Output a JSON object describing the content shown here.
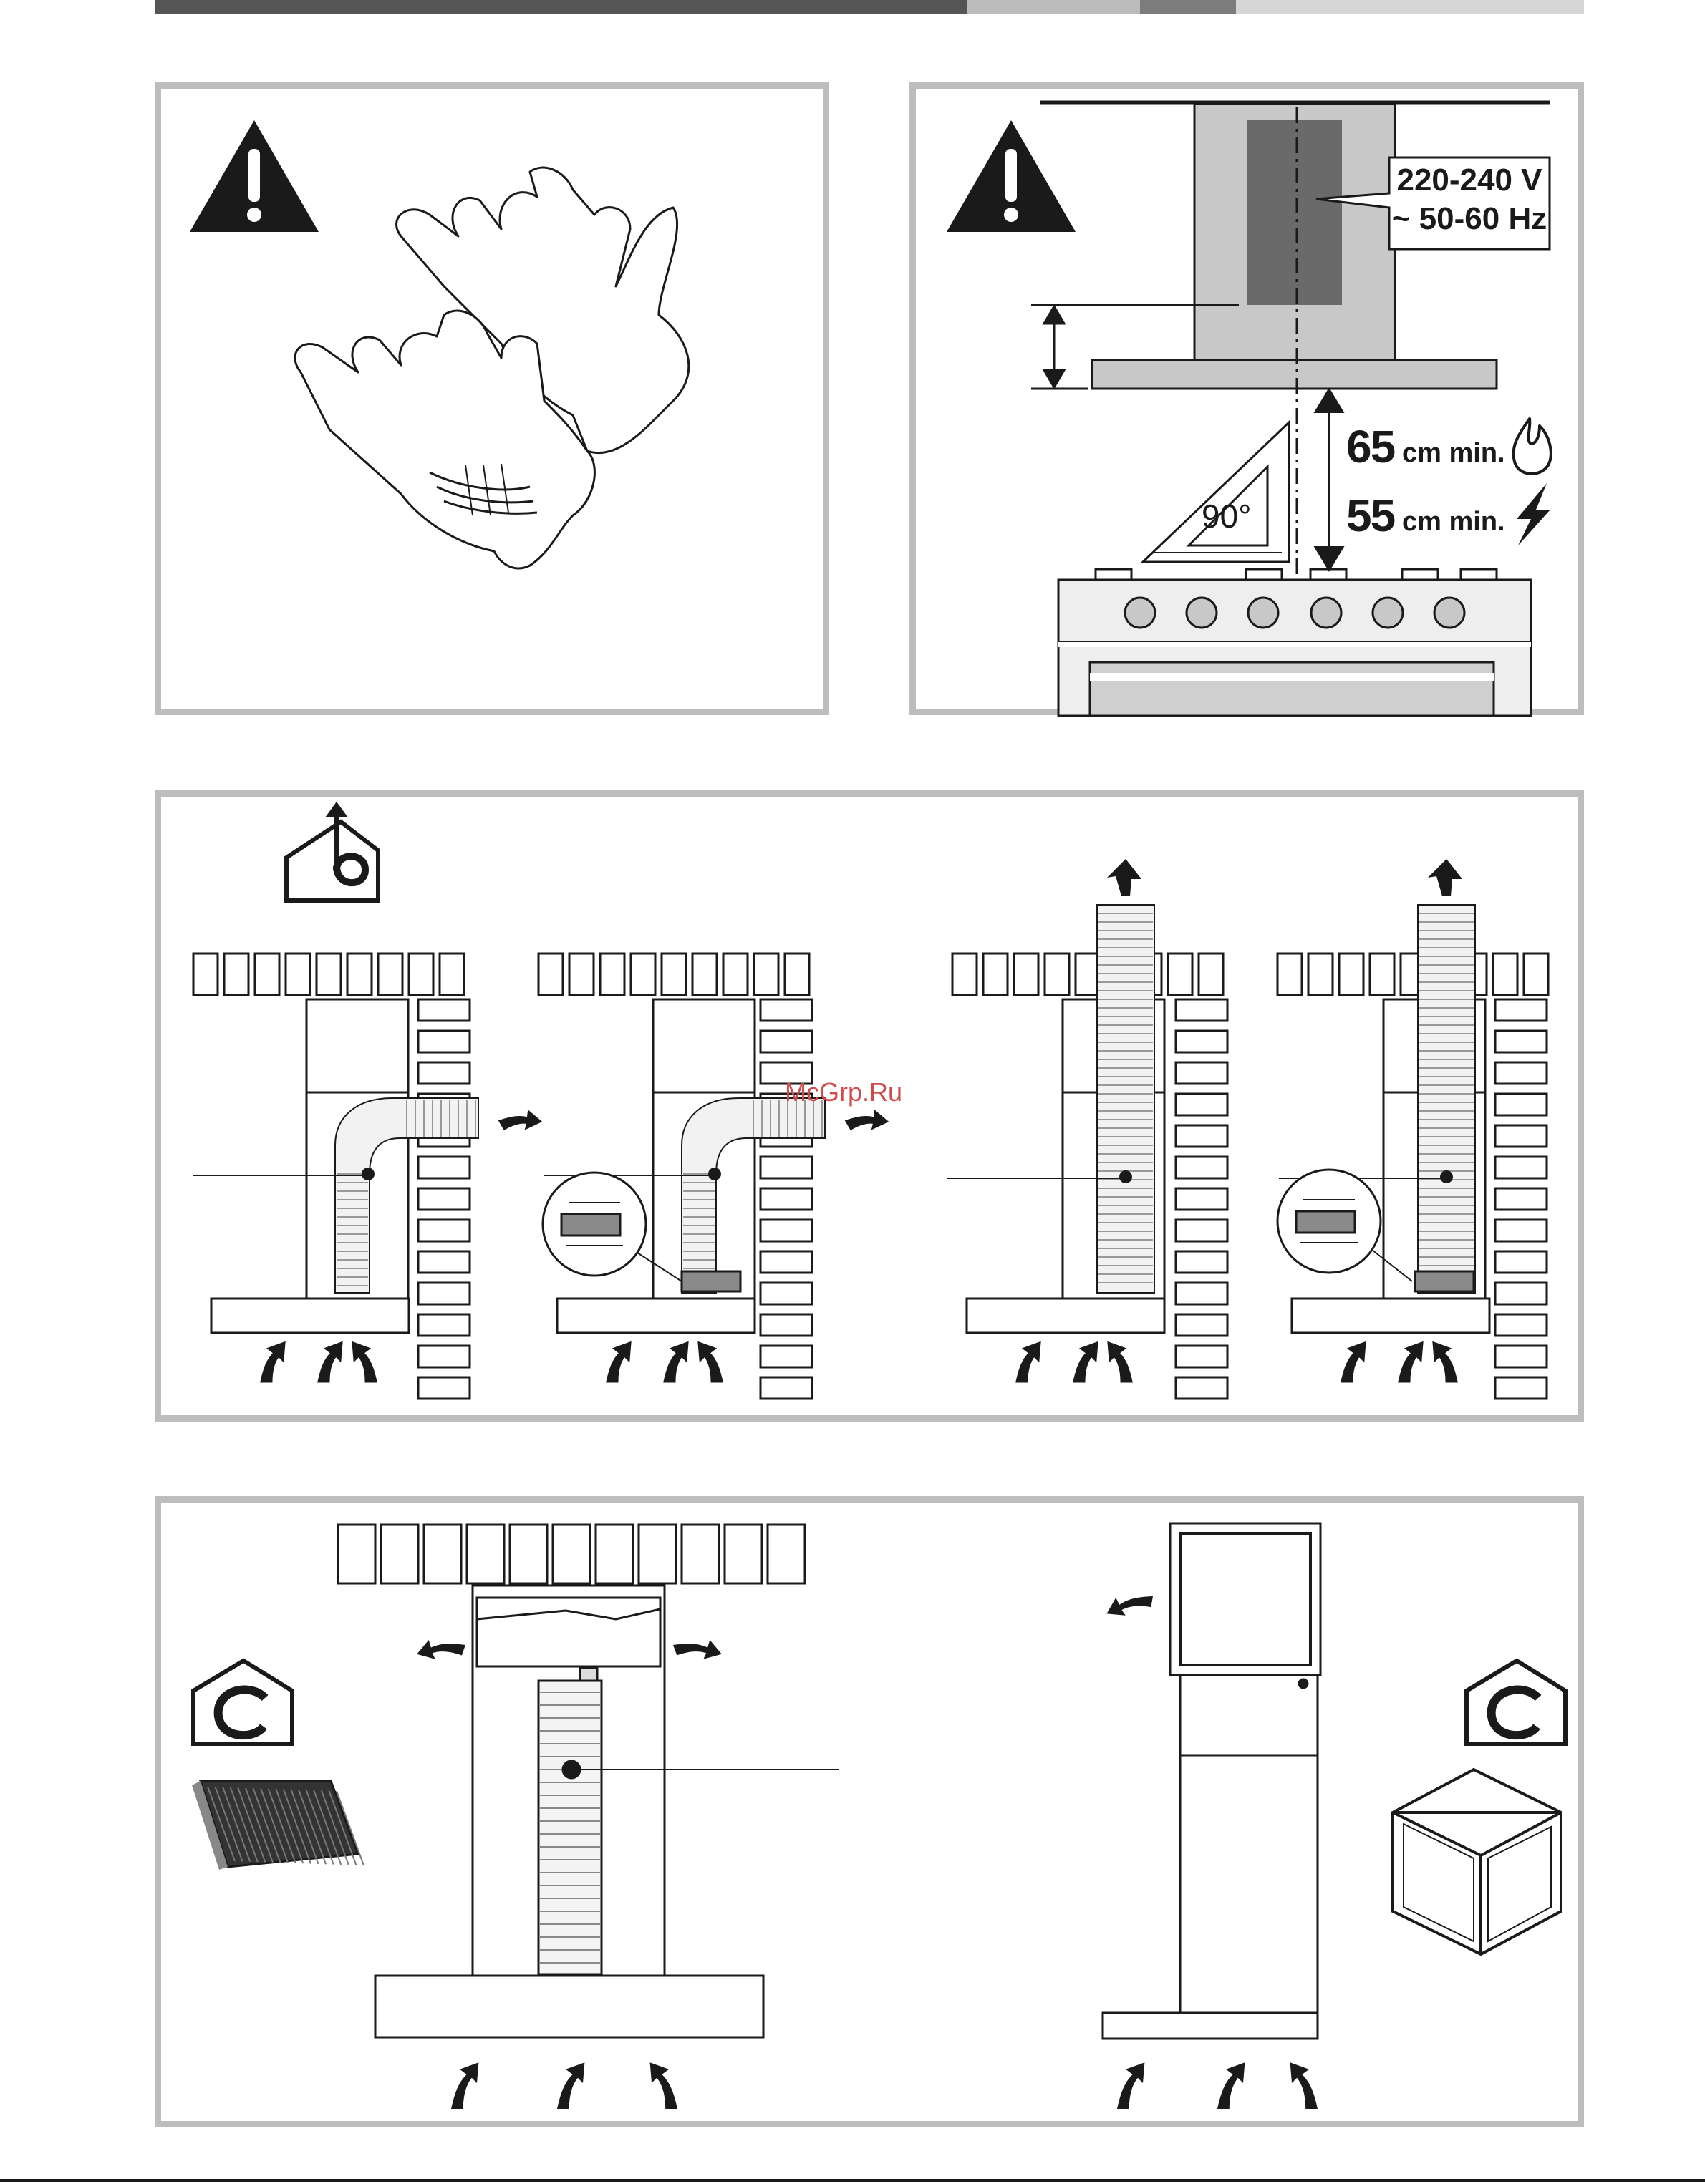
{
  "page_header": {
    "bar_colors": [
      "#555555",
      "#bcbcbc",
      "#7c7c7c",
      "#d6d6d6"
    ]
  },
  "panel_gloves": {
    "icons": [
      "warning-icon",
      "gloves-icon"
    ]
  },
  "panel_distance": {
    "icons": [
      "warning-icon",
      "flame-icon",
      "lightning-icon",
      "set-square-icon"
    ],
    "voltage_line1": "220-240 V",
    "voltage_line2": "~ 50-60 Hz",
    "angle_label": "90°",
    "gas_min_value": "65",
    "gas_min_unit": "cm min.",
    "electric_min_value": "55",
    "electric_min_unit": "cm min."
  },
  "panel_ducting": {
    "icons": [
      "ducted-mode-icon",
      "arrow-up-icon"
    ],
    "watermark": "McGrp.Ru"
  },
  "panel_recirculation": {
    "icons": [
      "recirculation-mode-icon",
      "carbon-filter-icon",
      "filter-box-icon"
    ]
  },
  "colors": {
    "panel_border": "#bdbdbd",
    "ink": "#1a1a1a",
    "chimney_grey": "#c8c8c8",
    "chimney_dark": "#6a6a6a",
    "watermark": "#d04a4a"
  }
}
